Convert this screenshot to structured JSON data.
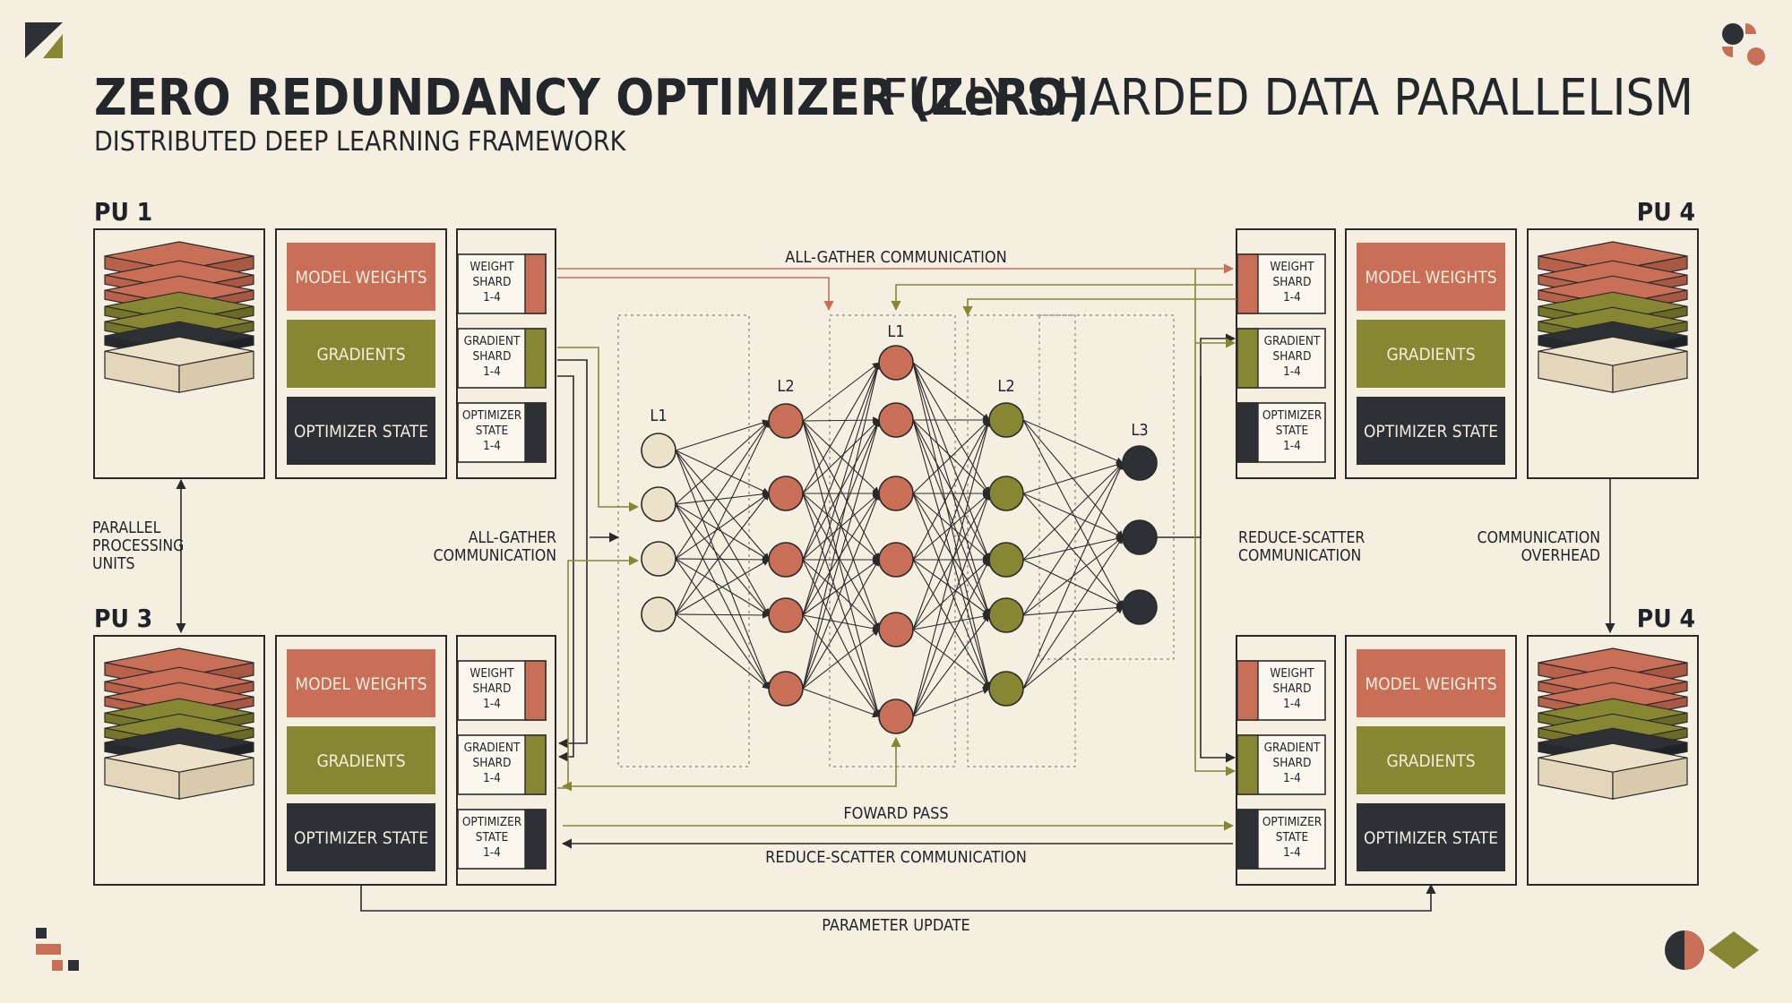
{
  "header": {
    "title_left": "ZERO REDUNDANCY OPTIMIZER (ZeRO)",
    "subtitle_left": "DISTRIBUTED DEEP LEARNING FRAMEWORK",
    "title_right": "FULLY SHARDED DATA PARALLELISM"
  },
  "colors": {
    "background": "#f5efe2",
    "terracotta": "#c96f57",
    "olive": "#878733",
    "charcoal": "#2d3136",
    "cream": "#ece1c9",
    "line": "#2a2a2a"
  },
  "units": {
    "top_left": "PU 1",
    "bottom_left": "PU 3",
    "top_right": "PU 4",
    "bottom_right": "PU 4"
  },
  "blocks": {
    "model_weights": "MODEL WEIGHTS",
    "gradients": "GRADIENTS",
    "optimizer_state": "OPTIMIZER STATE"
  },
  "shards": {
    "weight": [
      "WEIGHT",
      "SHARD",
      "1-4"
    ],
    "gradient": [
      "GRADIENT",
      "SHARD",
      "1-4"
    ],
    "optimizer": [
      "OPTIMIZER",
      "STATE",
      "1-4"
    ]
  },
  "labels": {
    "parallel_units": [
      "PARALLEL",
      "PROCESSING",
      "UNITS"
    ],
    "all_gather_left": [
      "ALL-GATHER",
      "COMMUNICATION"
    ],
    "all_gather_top": "ALL-GATHER COMMUNICATION",
    "reduce_scatter_right": [
      "REDUCE-SCATTER",
      "COMMUNICATION"
    ],
    "comm_overhead": [
      "COMMUNICATION",
      "OVERHEAD"
    ],
    "forward_pass": "FOWARD PASS",
    "reduce_scatter_bottom": "REDUCE-SCATTER COMMUNICATION",
    "parameter_update": "PARAMETER UPDATE"
  },
  "network": {
    "layer_labels": [
      "L1",
      "L2",
      "L1",
      "L2",
      "L3"
    ]
  }
}
